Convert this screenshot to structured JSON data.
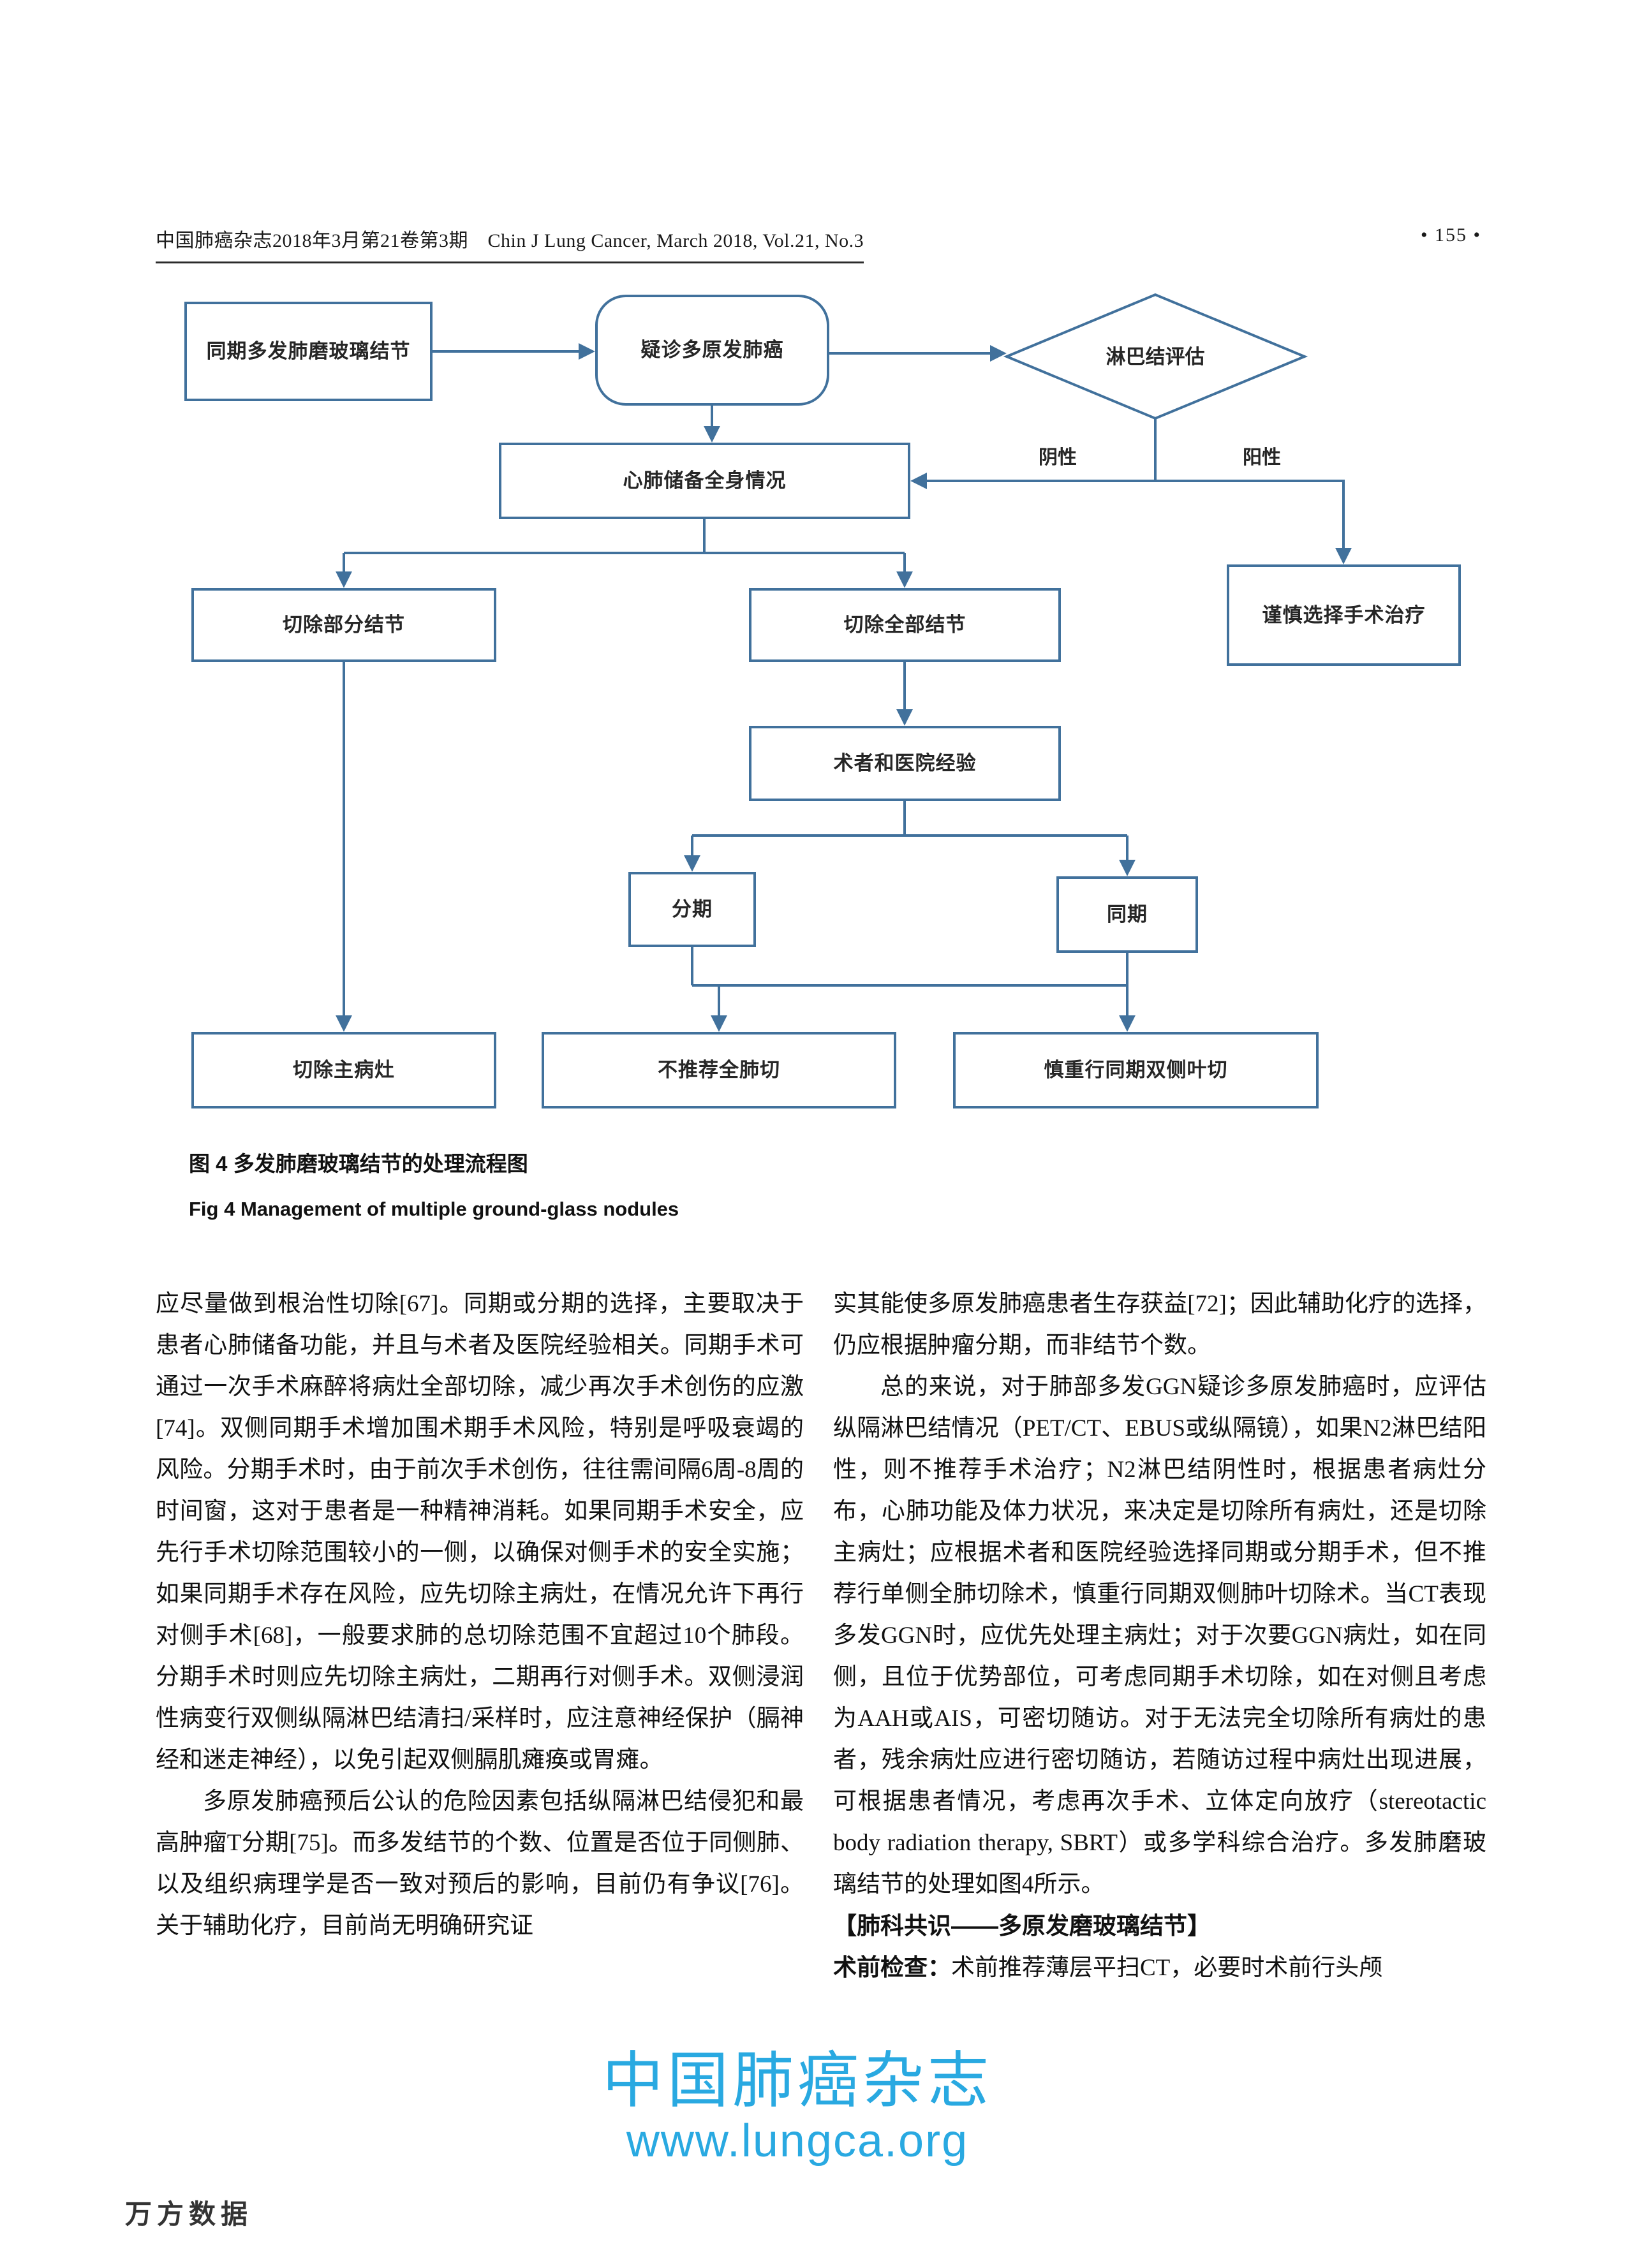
{
  "header": {
    "journal_line": "中国肺癌杂志2018年3月第21卷第3期　Chin J Lung Cancer, March 2018, Vol.21, No.3",
    "page_number": "• 155 •"
  },
  "flowchart": {
    "line_color": "#41719c",
    "nodes": {
      "ggn": "同期多发肺磨玻璃结节",
      "suspect": "疑诊多原发肺癌",
      "lymph": "淋巴结评估",
      "cardio": "心肺储备全身情况",
      "partial": "切除部分结节",
      "all": "切除全部结节",
      "cautious": "谨慎选择手术治疗",
      "experience": "术者和医院经验",
      "staged": "分期",
      "simultaneous": "同期",
      "main": "切除主病灶",
      "no_pneumonectomy": "不推荐全肺切",
      "bilateral": "慎重行同期双侧叶切"
    },
    "labels": {
      "negative": "阴性",
      "positive": "阳性"
    }
  },
  "figure_caption": {
    "zh": "图 4  多发肺磨玻璃结节的处理流程图",
    "en": "Fig 4  Management of multiple ground-glass nodules"
  },
  "body": {
    "left": [
      {
        "text": "应尽量做到根治性切除[67]。同期或分期的选择，主要取决于患者心肺储备功能，并且与术者及医院经验相关。同期手术可通过一次手术麻醉将病灶全部切除，减少再次手术创伤的应激[74]。双侧同期手术增加围术期手术风险，特别是呼吸衰竭的风险。分期手术时，由于前次手术创伤，往往需间隔6周-8周的时间窗，这对于患者是一种精神消耗。如果同期手术安全，应先行手术切除范围较小的一侧，以确保对侧手术的安全实施；如果同期手术存在风险，应先切除主病灶，在情况允许下再行对侧手术[68]，一般要求肺的总切除范围不宜超过10个肺段。分期手术时则应先切除主病灶，二期再行对侧手术。双侧浸润性病变行双侧纵隔淋巴结清扫/采样时，应注意神经保护（膈神经和迷走神经），以免引起双侧膈肌瘫痪或胃瘫。"
      },
      {
        "text": "多原发肺癌预后公认的危险因素包括纵隔淋巴结侵犯和最高肿瘤T分期[75]。而多发结节的个数、位置是否位于同侧肺、以及组织病理学是否一致对预后的影响，目前仍有争议[76]。关于辅助化疗，目前尚无明确研究证"
      }
    ],
    "right": [
      {
        "text": "实其能使多原发肺癌患者生存获益[72]；因此辅助化疗的选择，仍应根据肿瘤分期，而非结节个数。"
      },
      {
        "text": "总的来说，对于肺部多发GGN疑诊多原发肺癌时，应评估纵隔淋巴结情况（PET/CT、EBUS或纵隔镜），如果N2淋巴结阳性，则不推荐手术治疗；N2淋巴结阴性时，根据患者病灶分布，心肺功能及体力状况，来决定是切除所有病灶，还是切除主病灶；应根据术者和医院经验选择同期或分期手术，但不推荐行单侧全肺切除术，慎重行同期双侧肺叶切除术。当CT表现多发GGN时，应优先处理主病灶；对于次要GGN病灶，如在同侧，且位于优势部位，可考虑同期手术切除，如在对侧且考虑为AAH或AIS，可密切随访。对于无法完全切除所有病灶的患者，残余病灶应进行密切随访，若随访过程中病灶出现进展，可根据患者情况，考虑再次手术、立体定向放疗（stereotactic body radiation therapy, SBRT）或多学科综合治疗。多发肺磨玻璃结节的处理如图4所示。"
      },
      {
        "text": "【肺科共识——多原发磨玻璃结节】"
      },
      {
        "lead": "术前检查：",
        "text": "术前推荐薄层平扫CT，必要时术前行头颅"
      }
    ]
  },
  "watermark": {
    "line1": "中国肺癌杂志",
    "line2": "www.lungca.org",
    "color": "#29a9e1"
  },
  "footer": {
    "wanfang": "万方数据"
  }
}
